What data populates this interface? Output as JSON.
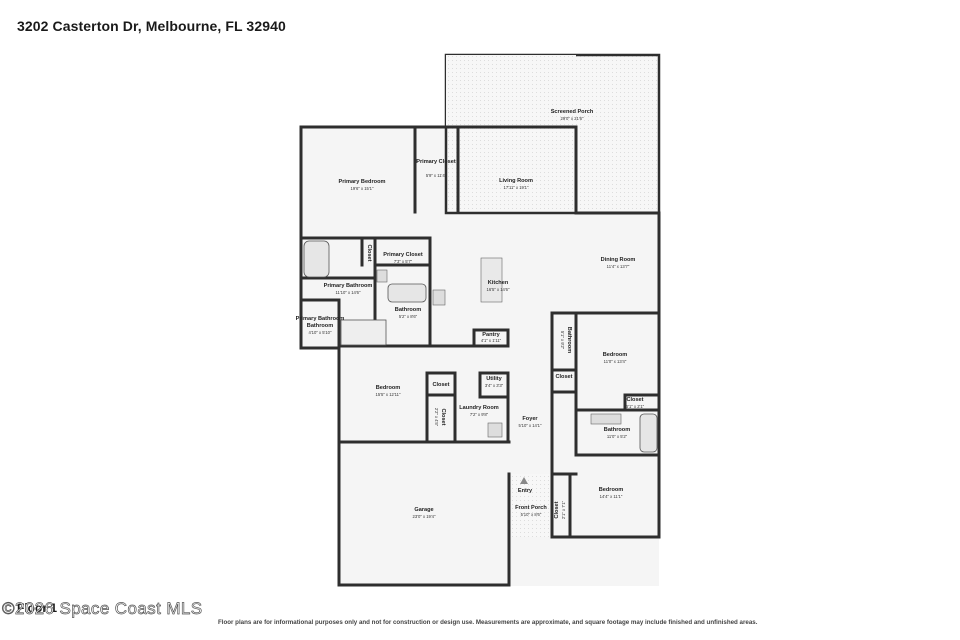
{
  "address": "3202 Casterton Dr, Melbourne, FL 32940",
  "floor_label": "Floor 1",
  "watermark": "©2026 Space Coast MLS",
  "disclaimer": "Floor plans are for informational purposes only and not for construction or design use. Measurements are approximate, and square footage may include finished and unfinished areas.",
  "rooms": [
    {
      "name": "Screened Porch",
      "dims": "29'0\" x 21'6\""
    },
    {
      "name": "Primary Bedroom",
      "dims": "19'6\" x 15'1\""
    },
    {
      "name": "Primary Closet",
      "dims": "5'9\" x 11'4\""
    },
    {
      "name": "Living Room",
      "dims": "17'11\" x 19'1\""
    },
    {
      "name": "Closet",
      "dims": ""
    },
    {
      "name": "Primary Closet",
      "dims": "7'3\" x 5'7\""
    },
    {
      "name": "Dining Room",
      "dims": "11'4\" x 13'7\""
    },
    {
      "name": "Primary Bathroom",
      "dims": "11'10\" x 14'6\""
    },
    {
      "name": "Kitchen",
      "dims": "16'5\" x 14'6\""
    },
    {
      "name": "Bathroom",
      "dims": "5'2\" x 8'6\""
    },
    {
      "name": "Primary Bathroom",
      "dims": "4'10\" x 5'10\""
    },
    {
      "name": "Pantry",
      "dims": "4'1\" x 1'11\""
    },
    {
      "name": "Bathroom",
      "dims": "5'1\" x 9'2\""
    },
    {
      "name": "Bedroom",
      "dims": "11'0\" x 13'4\""
    },
    {
      "name": "Closet",
      "dims": ""
    },
    {
      "name": "Utility",
      "dims": "3'4\" x 3'3\""
    },
    {
      "name": "Bedroom",
      "dims": "15'5\" x 12'11\""
    },
    {
      "name": "Closet",
      "dims": ""
    },
    {
      "name": "Closet",
      "dims": "6'1\" x 2'1\""
    },
    {
      "name": "Closet",
      "dims": "2'2\" x 4'5\""
    },
    {
      "name": "Laundry Room",
      "dims": "7'2\" x 9'8\""
    },
    {
      "name": "Foyer",
      "dims": "5'10\" x 14'1\""
    },
    {
      "name": "Bathroom",
      "dims": "11'0\" x 5'2\""
    },
    {
      "name": "Entry",
      "dims": ""
    },
    {
      "name": "Bedroom",
      "dims": "14'4\" x 11'1\""
    },
    {
      "name": "Garage",
      "dims": "23'0\" x 19'4\""
    },
    {
      "name": "Front Porch",
      "dims": "5'10\" x 8'6\""
    },
    {
      "name": "Closet",
      "dims": "2'1\" x 7'1\""
    }
  ]
}
